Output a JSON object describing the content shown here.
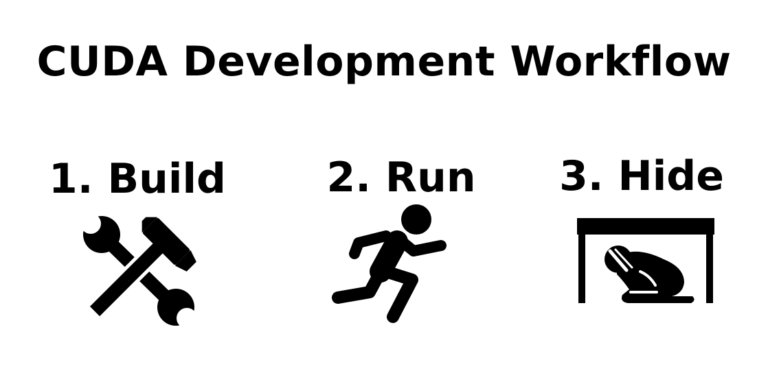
{
  "title": "CUDA Development Workflow",
  "steps": [
    {
      "label": "1. Build",
      "icon": "hammer-wrench-icon"
    },
    {
      "label": "2. Run",
      "icon": "running-person-icon"
    },
    {
      "label": "3. Hide",
      "icon": "person-hiding-under-table-icon"
    }
  ],
  "colors": {
    "foreground": "#000000",
    "background": "#ffffff"
  }
}
